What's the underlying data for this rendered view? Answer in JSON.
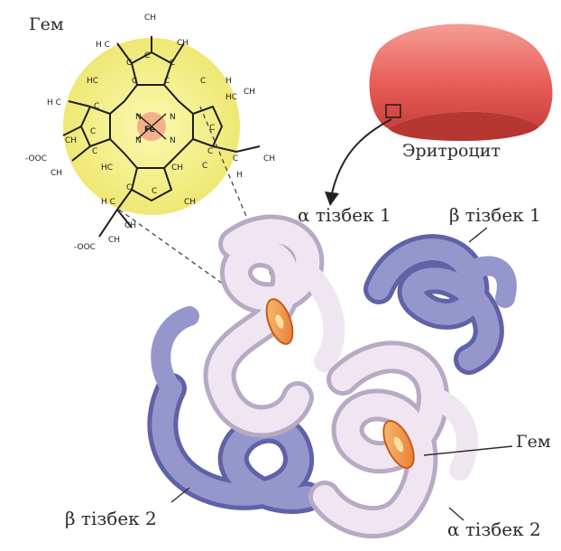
{
  "labels": {
    "heme_title": "Гем",
    "erythrocyte": "Эритроцит",
    "alpha1": "α тізбек  1",
    "beta1": "β тізбек  1",
    "beta2": "β тізбек  2",
    "alpha2": "α тізбек  2",
    "heme_pointer": "Гем"
  },
  "molecule": {
    "center_atom": "Fe",
    "atoms": [
      "CH",
      "CH",
      "CH",
      "CH",
      "HC",
      "H",
      "C",
      "C",
      "N",
      "H",
      "N",
      "N",
      "C",
      "C",
      "C",
      "C",
      "C",
      "C",
      "CH",
      "CH",
      "CH",
      "H",
      "HC",
      "C",
      "C",
      "C",
      "C",
      "CH",
      "CH",
      "CH",
      "H",
      "C",
      "CH",
      "CH",
      "-OOC",
      "-OOC",
      "CH"
    ]
  },
  "colors": {
    "heme_disk": "#f2ee7a",
    "iron_center": "#f4b08a",
    "cell_red": "#e85a55",
    "alpha_chain": "#ece3ef",
    "beta_chain": "#8d8fc6",
    "heme_group": "#f08a3a"
  }
}
